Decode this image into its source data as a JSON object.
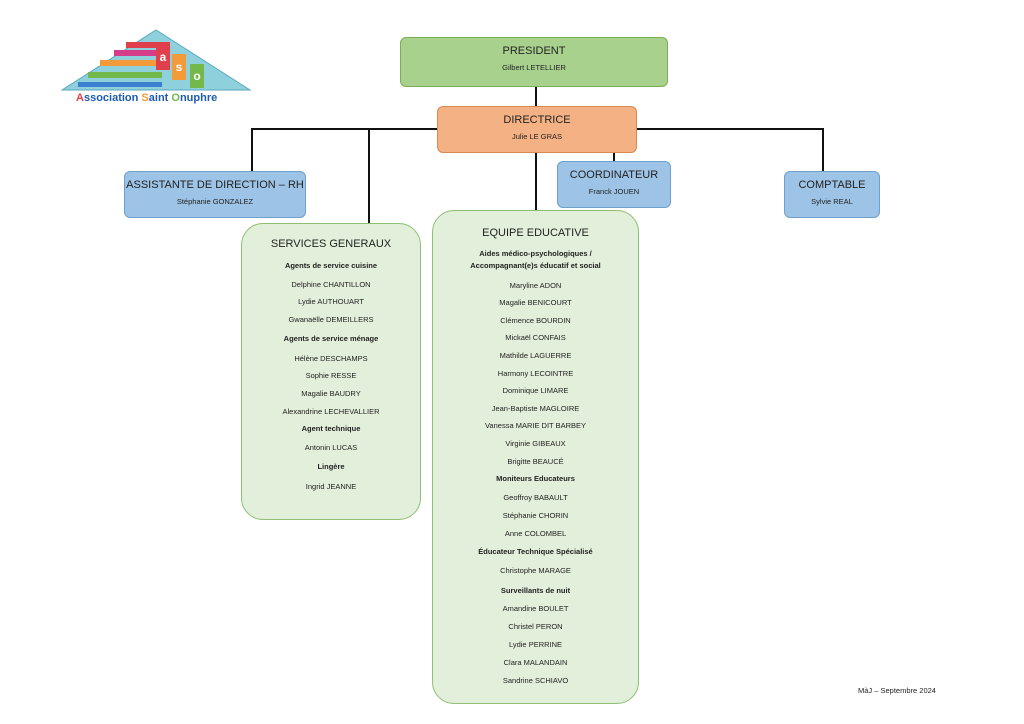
{
  "logo": {
    "text_parts": [
      "A",
      "ssociation ",
      "S",
      "aint ",
      "O",
      "nuphre"
    ],
    "letters": [
      "a",
      "s",
      "o"
    ],
    "colors": {
      "roof": "#8fd0dd",
      "red": "#e0404c",
      "orange": "#f39a3a",
      "green": "#74b84a",
      "blue": "#3a7fd0",
      "pink": "#d53c8a"
    }
  },
  "president": {
    "title": "PRESIDENT",
    "name": "Gilbert LETELLIER"
  },
  "directrice": {
    "title": "DIRECTRICE",
    "name": "Julie LE GRAS"
  },
  "assistante": {
    "title": "ASSISTANTE DE DIRECTION – RH",
    "name": "Stéphanie GONZALEZ"
  },
  "coordinateur": {
    "title": "COORDINATEUR",
    "name": "Franck JOUEN"
  },
  "comptable": {
    "title": "COMPTABLE",
    "name": "Sylvie REAL"
  },
  "services_generaux": {
    "title": "SERVICES GENERAUX",
    "lines": [
      {
        "text": "Agents de service cuisine",
        "bold": true
      },
      {
        "text": "Delphine CHANTILLON",
        "bold": false
      },
      {
        "text": "Lydie AUTHOUART",
        "bold": false
      },
      {
        "text": "Gwanaëlle DEMEILLERS",
        "bold": false
      },
      {
        "text": "Agents de service ménage",
        "bold": true
      },
      {
        "text": "Hélène DESCHAMPS",
        "bold": false
      },
      {
        "text": "Sophie RESSE",
        "bold": false
      },
      {
        "text": "Magalie BAUDRY",
        "bold": false
      },
      {
        "text": "Alexandrine LECHEVALLIER",
        "bold": false
      },
      {
        "text": "Agent technique",
        "bold": true
      },
      {
        "text": "Antonin LUCAS",
        "bold": false
      },
      {
        "text": "Lingère",
        "bold": true
      },
      {
        "text": "Ingrid JEANNE",
        "bold": false
      }
    ]
  },
  "equipe_educative": {
    "title": "EQUIPE EDUCATIVE",
    "lines": [
      {
        "text": "Aides médico-psychologiques /",
        "bold": true
      },
      {
        "text": "Accompagnant(e)s éducatif et social",
        "bold": true
      },
      {
        "text": "Maryline ADON",
        "bold": false
      },
      {
        "text": "Magalie BENICOURT",
        "bold": false
      },
      {
        "text": "Clémence BOURDIN",
        "bold": false
      },
      {
        "text": "Mickaël CONFAIS",
        "bold": false
      },
      {
        "text": "Mathilde LAGUERRE",
        "bold": false
      },
      {
        "text": "Harmony LECOINTRE",
        "bold": false
      },
      {
        "text": "Dominique LIMARE",
        "bold": false
      },
      {
        "text": "Jean-Baptiste MAGLOIRE",
        "bold": false
      },
      {
        "text": "Vanessa MARIE DIT BARBEY",
        "bold": false
      },
      {
        "text": "Virginie GIBEAUX",
        "bold": false
      },
      {
        "text": "Brigitte BEAUCÉ",
        "bold": false
      },
      {
        "text": "Moniteurs Educateurs",
        "bold": true
      },
      {
        "text": "Geoffroy BABAULT",
        "bold": false
      },
      {
        "text": "Stéphanie CHORIN",
        "bold": false
      },
      {
        "text": "Anne COLOMBEL",
        "bold": false
      },
      {
        "text": "Éducateur Technique Spécialisé",
        "bold": true
      },
      {
        "text": "Christophe MARAGE",
        "bold": false
      },
      {
        "text": "Surveillants de nuit",
        "bold": true
      },
      {
        "text": "Amandine BOULET",
        "bold": false
      },
      {
        "text": "Christel PERON",
        "bold": false
      },
      {
        "text": "Lydie PERRINE",
        "bold": false
      },
      {
        "text": "Clara MALANDAIN",
        "bold": false
      },
      {
        "text": "Sandrine SCHIAVO",
        "bold": false
      }
    ]
  },
  "footer": "MàJ – Septembre 2024"
}
